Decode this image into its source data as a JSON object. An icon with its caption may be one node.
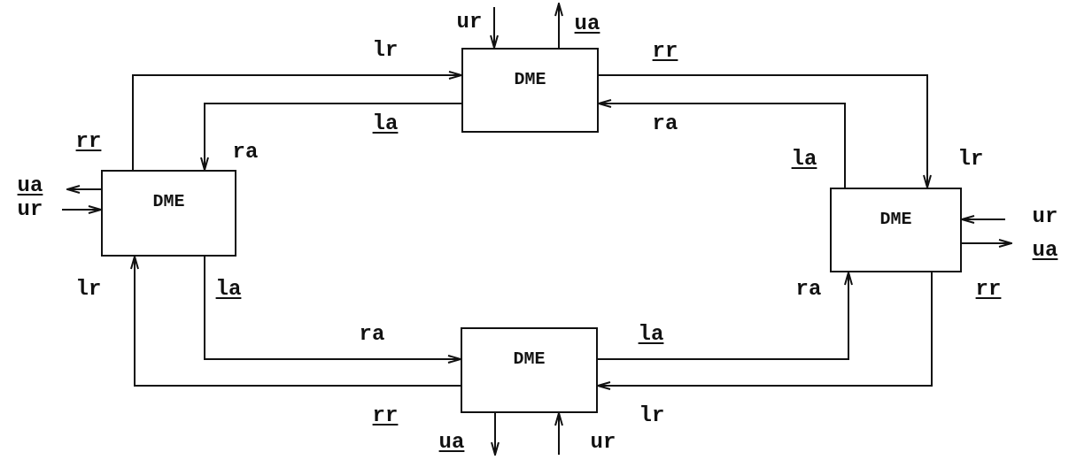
{
  "diagram": {
    "nodes": [
      {
        "text": [
          "DME"
        ]
      },
      {
        "text": [
          "DME"
        ]
      },
      {
        "text": [
          "DME"
        ]
      },
      {
        "text": [
          "DME"
        ]
      }
    ],
    "edges": [
      {
        "from": 1,
        "to": 0,
        "arrow": "to"
      },
      {
        "from": 0,
        "to": 1,
        "arrow": "to"
      },
      {
        "from": 0,
        "to": 2,
        "arrow": "to"
      },
      {
        "from": 2,
        "to": 0,
        "arrow": "to"
      },
      {
        "from": 2,
        "to": 3,
        "arrow": "to"
      },
      {
        "from": 3,
        "to": 2,
        "arrow": "to"
      },
      {
        "from": 3,
        "to": 1,
        "arrow": "to"
      },
      {
        "from": 1,
        "to": 3,
        "arrow": "to"
      },
      {
        "from": null,
        "to": 0,
        "arrow": "to"
      },
      {
        "from": 0,
        "to": null,
        "arrow": "to"
      },
      {
        "from": null,
        "to": 1,
        "arrow": "to"
      },
      {
        "from": 1,
        "to": null,
        "arrow": "to"
      },
      {
        "from": null,
        "to": 2,
        "arrow": "to"
      },
      {
        "from": 2,
        "to": null,
        "arrow": "to"
      },
      {
        "from": 3,
        "to": null,
        "arrow": "to"
      },
      {
        "from": null,
        "to": 3,
        "arrow": "to"
      }
    ],
    "labels": [
      "ur",
      "ua",
      "lr",
      "rr",
      "la",
      "ra",
      "rr",
      "ra",
      "la",
      "lr",
      "ua",
      "ur",
      "ur",
      "ua",
      "lr",
      "la",
      "ra",
      "rr",
      "ra",
      "la",
      "rr",
      "lr",
      "ua",
      "ur"
    ]
  }
}
